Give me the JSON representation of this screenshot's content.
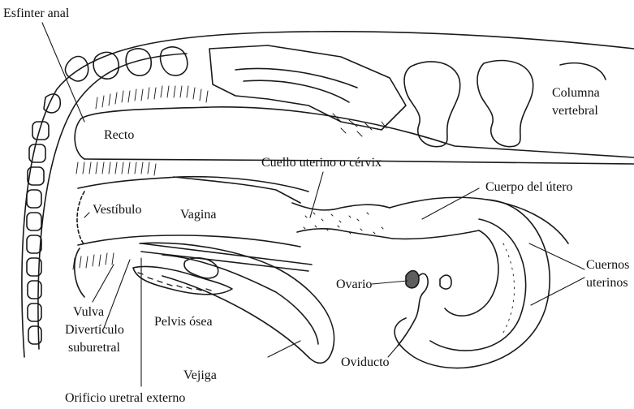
{
  "labels": {
    "esfinter_anal": "Esfinter anal",
    "columna_vertebral_1": "Columna",
    "columna_vertebral_2": "vertebral",
    "recto": "Recto",
    "cuello_uterino": "Cuello uterino o cérvix",
    "cuerpo_utero": "Cuerpo del útero",
    "vestibulo": "Vestíbulo",
    "vagina": "Vagina",
    "cuernos_1": "Cuernos",
    "cuernos_2": "uterinos",
    "ovario": "Ovario",
    "vulva": "Vulva",
    "diverticulo_1": "Divertículo",
    "diverticulo_2": "suburetral",
    "pelvis": "Pelvis ósea",
    "oviducto": "Oviducto",
    "vejiga": "Vejiga",
    "orificio": "Orificio uretral externo"
  },
  "colors": {
    "line": "#1a1a1a",
    "background": "#ffffff"
  }
}
